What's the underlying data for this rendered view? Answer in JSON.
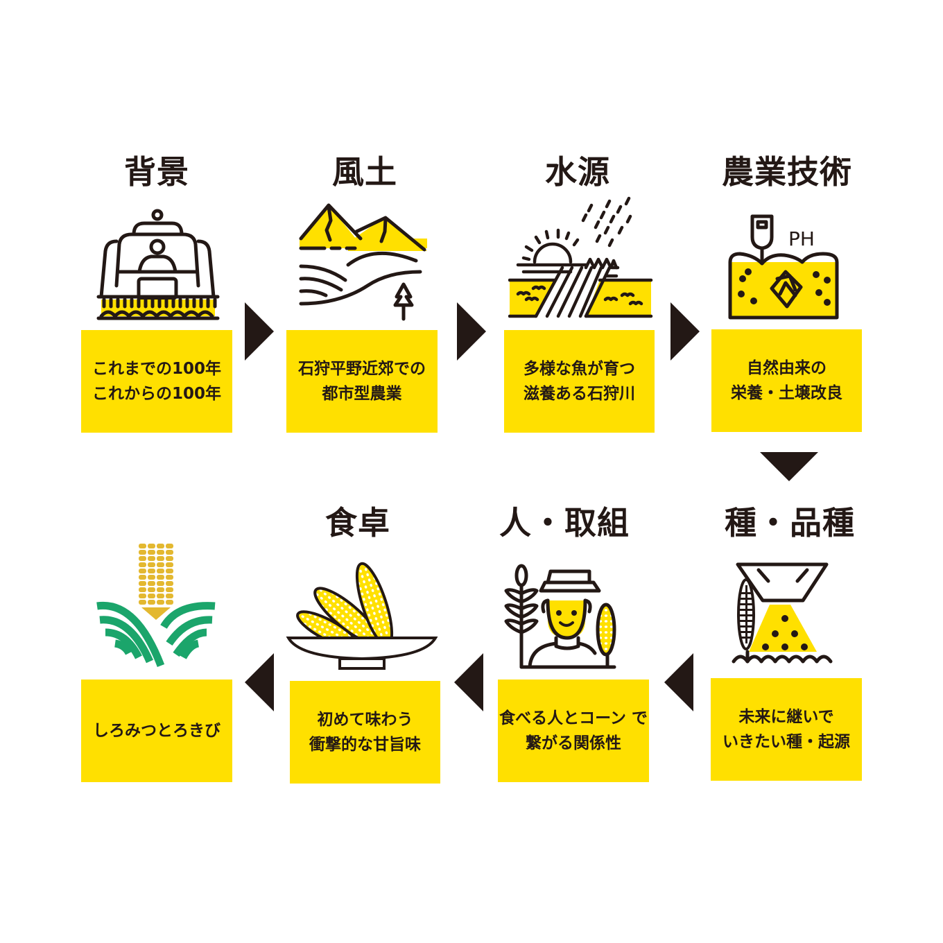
{
  "colors": {
    "accent_yellow": "#FFE000",
    "ink": "#231815",
    "logo_green": "#1BA56B",
    "logo_gold": "#E3B830",
    "background": "#FFFFFF"
  },
  "steps": [
    {
      "title": "背景",
      "icon": "harvester-icon",
      "lines": [
        "これまでの100年",
        "これからの100年"
      ]
    },
    {
      "title": "風土",
      "icon": "mountains-fields-icon",
      "lines": [
        "石狩平野近郊での",
        "都市型農業"
      ]
    },
    {
      "title": "水源",
      "icon": "sun-rain-river-icon",
      "lines": [
        "多様な魚が育つ",
        "滋養ある石狩川"
      ]
    },
    {
      "title": "農業技術",
      "icon": "ph-soil-recycle-icon",
      "ph_label": "PH",
      "lines": [
        "自然由来の",
        "栄養・土壌改良"
      ]
    },
    {
      "title": "種・品種",
      "icon": "seed-hopper-icon",
      "lines": [
        "未来に継いで",
        "いきたい種・起源"
      ]
    },
    {
      "title": "人・取組",
      "icon": "farmer-icon",
      "lines": [
        "食べる人とコーン で",
        "繋がる関係性"
      ]
    },
    {
      "title": "食卓",
      "icon": "corn-bowl-icon",
      "lines": [
        "初めて味わう",
        "衝撃的な甘旨味"
      ]
    },
    {
      "title": "",
      "icon": "shiromitsu-logo-icon",
      "lines": [
        "しろみつとろきび"
      ]
    }
  ],
  "arrows": [
    "right",
    "right",
    "right",
    "down",
    "left",
    "left",
    "left"
  ]
}
